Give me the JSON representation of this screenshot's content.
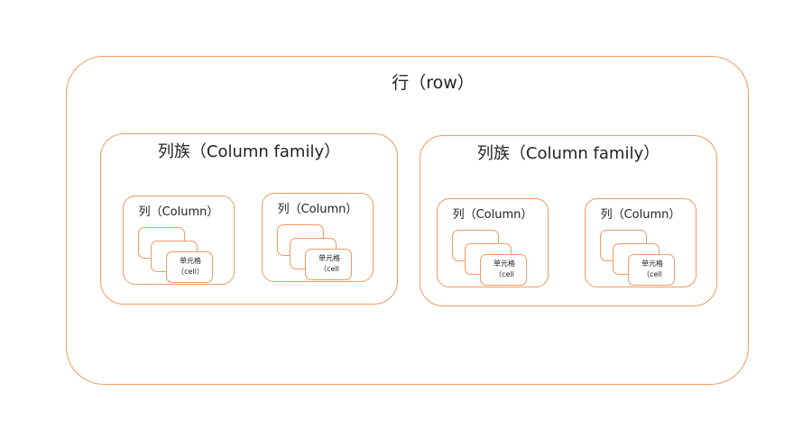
{
  "row": {
    "label": "行（row）"
  },
  "families": [
    {
      "label": "列族（Column family）",
      "columns": [
        {
          "label": "列（Column）",
          "cell_label": "单元格",
          "cell_sub": "（cell）"
        },
        {
          "label": "列（Column）",
          "cell_label": "单元格",
          "cell_sub": "（cell"
        }
      ]
    },
    {
      "label": "列族（Column family）",
      "columns": [
        {
          "label": "列（Column）",
          "cell_label": "单元格",
          "cell_sub": "（cell"
        },
        {
          "label": "列（Column）",
          "cell_label": "单元格",
          "cell_sub": "（cell"
        }
      ]
    }
  ],
  "colors": {
    "border": "#ee9a62"
  }
}
